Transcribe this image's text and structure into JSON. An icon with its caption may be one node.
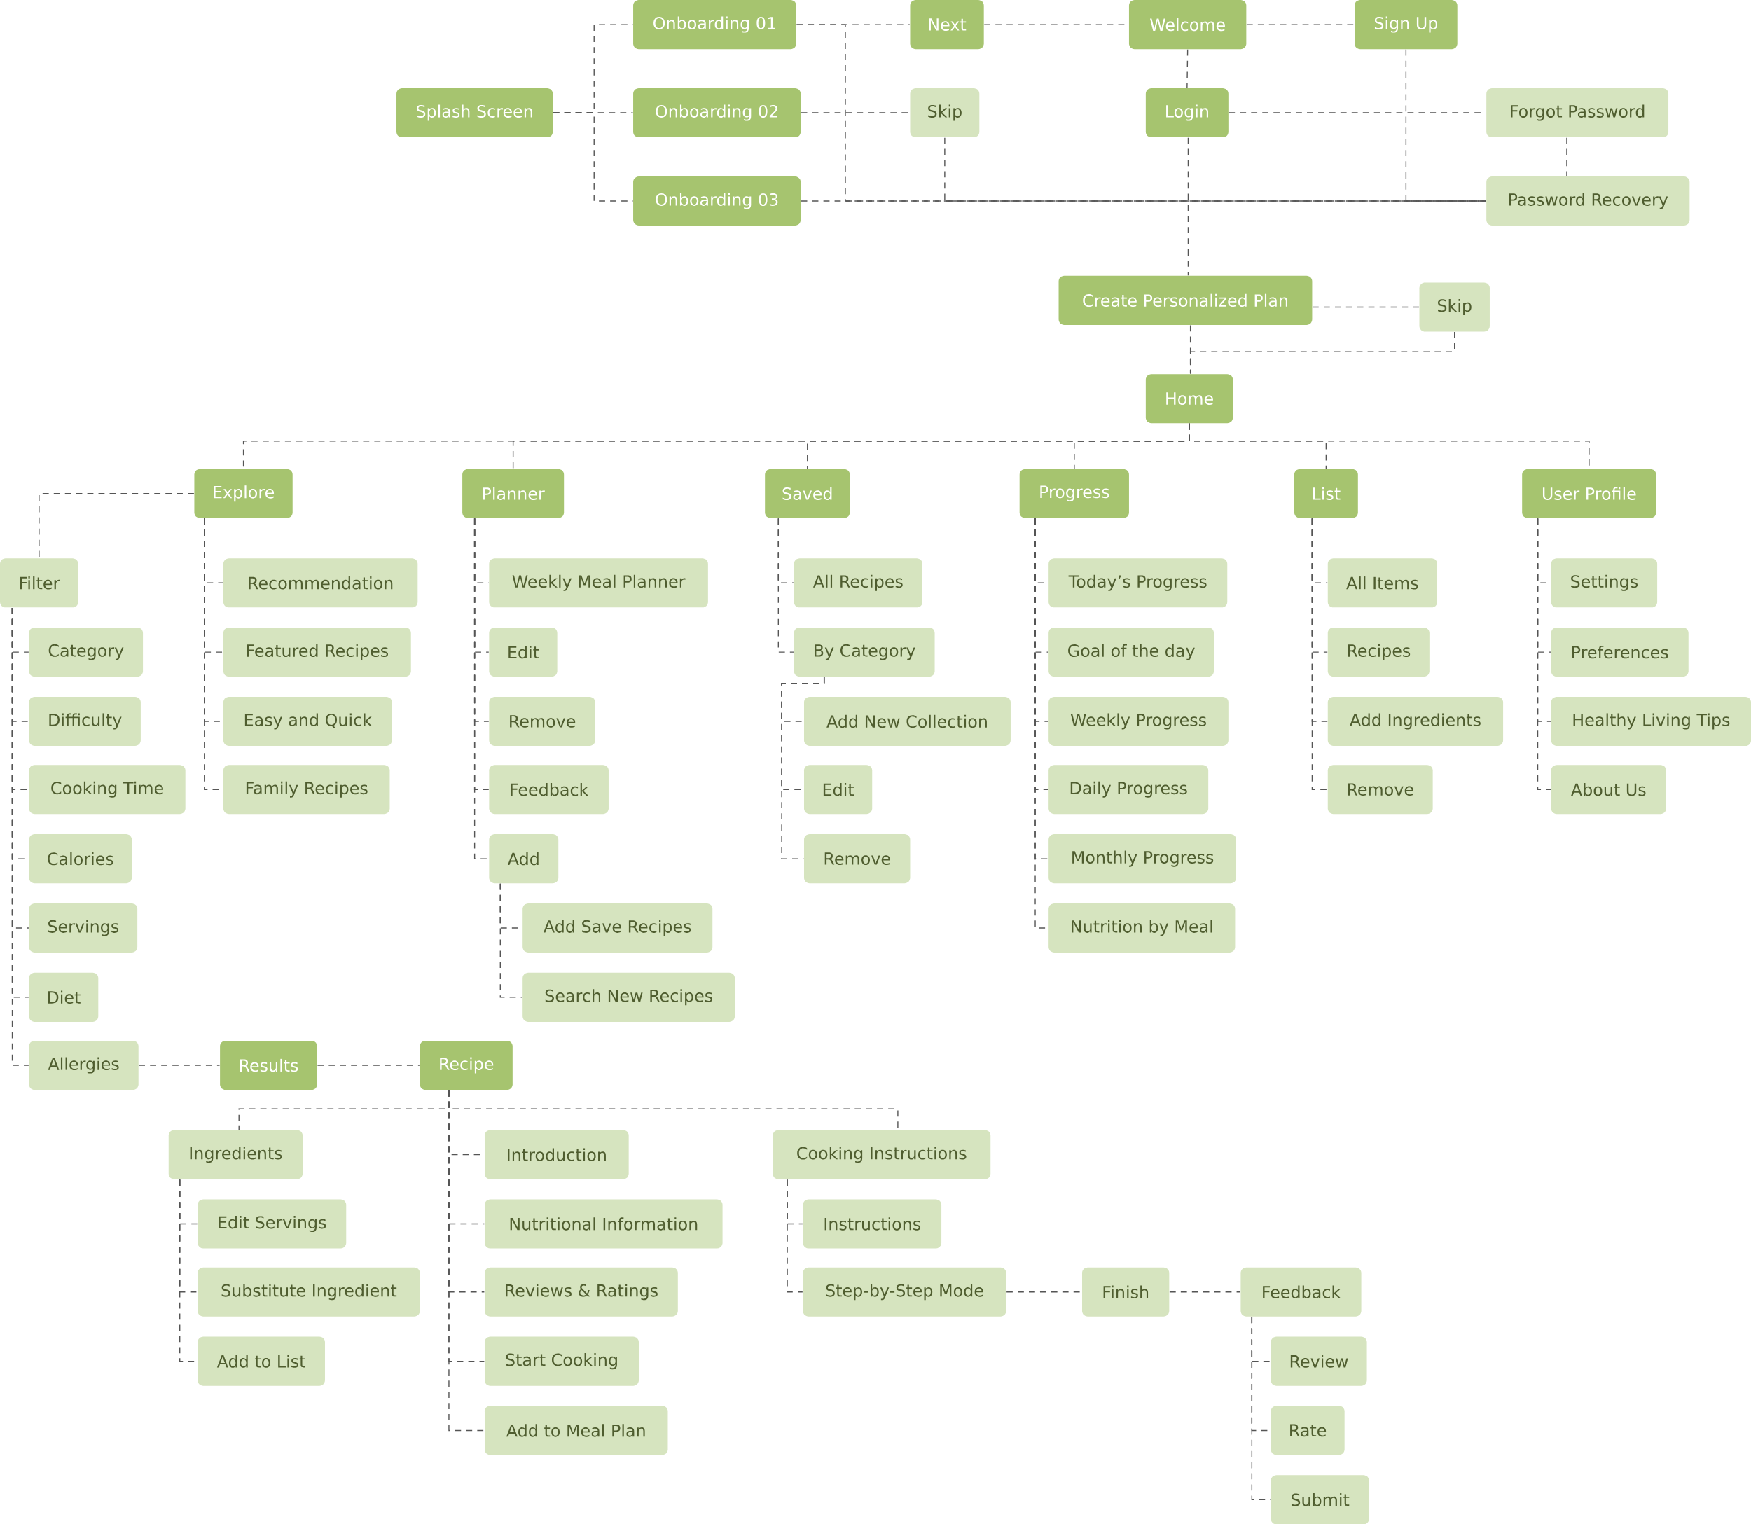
{
  "diagram": {
    "nodes": [
      {
        "text": [
          "Splash Screen"
        ]
      },
      {
        "text": [
          "Onboarding 01"
        ]
      },
      {
        "text": [
          "Onboarding 02"
        ]
      },
      {
        "text": [
          "Onboarding 03"
        ]
      },
      {
        "text": [
          "Next"
        ]
      },
      {
        "text": [
          "Skip"
        ]
      },
      {
        "text": [
          "Welcome"
        ]
      },
      {
        "text": [
          "Sign Up"
        ]
      },
      {
        "text": [
          "Login"
        ]
      },
      {
        "text": [
          "Forgot Password"
        ]
      },
      {
        "text": [
          "Password Recovery"
        ]
      },
      {
        "text": [
          "Create Personalized Plan"
        ]
      },
      {
        "text": [
          "Skip"
        ]
      },
      {
        "text": [
          "Home"
        ]
      },
      {
        "text": [
          "Explore"
        ]
      },
      {
        "text": [
          "Planner"
        ]
      },
      {
        "text": [
          "Saved"
        ]
      },
      {
        "text": [
          "Progress"
        ]
      },
      {
        "text": [
          "List"
        ]
      },
      {
        "text": [
          "User Profile"
        ]
      },
      {
        "text": [
          "Filter"
        ]
      },
      {
        "text": [
          "Category"
        ]
      },
      {
        "text": [
          "Difficulty"
        ]
      },
      {
        "text": [
          "Cooking Time"
        ]
      },
      {
        "text": [
          "Calories"
        ]
      },
      {
        "text": [
          "Servings"
        ]
      },
      {
        "text": [
          "Diet"
        ]
      },
      {
        "text": [
          "Allergies"
        ]
      },
      {
        "text": [
          "Recommendation"
        ]
      },
      {
        "text": [
          "Featured Recipes"
        ]
      },
      {
        "text": [
          "Easy and Quick"
        ]
      },
      {
        "text": [
          "Family Recipes"
        ]
      },
      {
        "text": [
          "Weekly Meal Planner"
        ]
      },
      {
        "text": [
          "Edit"
        ]
      },
      {
        "text": [
          "Remove"
        ]
      },
      {
        "text": [
          "Feedback"
        ]
      },
      {
        "text": [
          "Add"
        ]
      },
      {
        "text": [
          "Add Save Recipes"
        ]
      },
      {
        "text": [
          "Search New Recipes"
        ]
      },
      {
        "text": [
          "All Recipes"
        ]
      },
      {
        "text": [
          "By Category"
        ]
      },
      {
        "text": [
          "Add New Collection"
        ]
      },
      {
        "text": [
          "Edit"
        ]
      },
      {
        "text": [
          "Remove"
        ]
      },
      {
        "text": [
          "Today’s Progress"
        ]
      },
      {
        "text": [
          "Goal of the day"
        ]
      },
      {
        "text": [
          "Weekly Progress"
        ]
      },
      {
        "text": [
          "Daily Progress"
        ]
      },
      {
        "text": [
          "Monthly Progress"
        ]
      },
      {
        "text": [
          "Nutrition by Meal"
        ]
      },
      {
        "text": [
          "All Items"
        ]
      },
      {
        "text": [
          "Recipes"
        ]
      },
      {
        "text": [
          "Add Ingredients"
        ]
      },
      {
        "text": [
          "Remove"
        ]
      },
      {
        "text": [
          "Settings"
        ]
      },
      {
        "text": [
          "Preferences"
        ]
      },
      {
        "text": [
          "Healthy Living Tips"
        ]
      },
      {
        "text": [
          "About Us"
        ]
      },
      {
        "text": [
          "Results"
        ]
      },
      {
        "text": [
          "Recipe"
        ]
      },
      {
        "text": [
          "Ingredients"
        ]
      },
      {
        "text": [
          "Edit Servings"
        ]
      },
      {
        "text": [
          "Substitute Ingredient"
        ]
      },
      {
        "text": [
          "Add to List"
        ]
      },
      {
        "text": [
          "Introduction"
        ]
      },
      {
        "text": [
          "Nutritional Information"
        ]
      },
      {
        "text": [
          "Reviews & Ratings"
        ]
      },
      {
        "text": [
          "Start Cooking"
        ]
      },
      {
        "text": [
          "Add to Meal Plan"
        ]
      },
      {
        "text": [
          "Cooking Instructions"
        ]
      },
      {
        "text": [
          "Instructions"
        ]
      },
      {
        "text": [
          "Step-by-Step Mode"
        ]
      },
      {
        "text": [
          "Finish"
        ]
      },
      {
        "text": [
          "Feedback"
        ]
      },
      {
        "text": [
          "Review"
        ]
      },
      {
        "text": [
          "Rate"
        ]
      },
      {
        "text": [
          "Submit"
        ]
      }
    ],
    "edges": [
      {
        "from": 0,
        "to": 1,
        "arrow": "none"
      },
      {
        "from": 0,
        "to": 2,
        "arrow": "none"
      },
      {
        "from": 0,
        "to": 3,
        "arrow": "none"
      },
      {
        "from": 1,
        "to": 4,
        "arrow": "none"
      },
      {
        "from": 1,
        "to": 10,
        "arrow": "none"
      },
      {
        "from": 2,
        "to": 5,
        "arrow": "none"
      },
      {
        "from": 3,
        "to": 10,
        "arrow": "none"
      },
      {
        "from": 5,
        "to": 10,
        "arrow": "none"
      },
      {
        "from": 4,
        "to": 6,
        "arrow": "none"
      },
      {
        "from": 6,
        "to": 7,
        "arrow": "none"
      },
      {
        "from": 6,
        "to": 8,
        "arrow": "none"
      },
      {
        "from": 7,
        "to": 10,
        "arrow": "none"
      },
      {
        "from": 8,
        "to": 9,
        "arrow": "none"
      },
      {
        "from": 9,
        "to": 10,
        "arrow": "none"
      },
      {
        "from": 8,
        "to": 11,
        "arrow": "none"
      },
      {
        "from": 11,
        "to": 12,
        "arrow": "none"
      },
      {
        "from": 11,
        "to": 13,
        "arrow": "none"
      },
      {
        "from": 12,
        "to": 13,
        "arrow": "none"
      },
      {
        "from": 13,
        "to": 14,
        "arrow": "none"
      },
      {
        "from": 13,
        "to": 15,
        "arrow": "none"
      },
      {
        "from": 13,
        "to": 16,
        "arrow": "none"
      },
      {
        "from": 13,
        "to": 17,
        "arrow": "none"
      },
      {
        "from": 13,
        "to": 18,
        "arrow": "none"
      },
      {
        "from": 13,
        "to": 19,
        "arrow": "none"
      },
      {
        "from": 14,
        "to": 20,
        "arrow": "none"
      },
      {
        "from": 14,
        "to": 28,
        "arrow": "none"
      },
      {
        "from": 14,
        "to": 29,
        "arrow": "none"
      },
      {
        "from": 14,
        "to": 30,
        "arrow": "none"
      },
      {
        "from": 14,
        "to": 31,
        "arrow": "none"
      },
      {
        "from": 20,
        "to": 21,
        "arrow": "none"
      },
      {
        "from": 20,
        "to": 22,
        "arrow": "none"
      },
      {
        "from": 20,
        "to": 23,
        "arrow": "none"
      },
      {
        "from": 20,
        "to": 24,
        "arrow": "none"
      },
      {
        "from": 20,
        "to": 25,
        "arrow": "none"
      },
      {
        "from": 20,
        "to": 26,
        "arrow": "none"
      },
      {
        "from": 20,
        "to": 27,
        "arrow": "none"
      },
      {
        "from": 15,
        "to": 32,
        "arrow": "none"
      },
      {
        "from": 15,
        "to": 33,
        "arrow": "none"
      },
      {
        "from": 15,
        "to": 34,
        "arrow": "none"
      },
      {
        "from": 15,
        "to": 35,
        "arrow": "none"
      },
      {
        "from": 15,
        "to": 36,
        "arrow": "none"
      },
      {
        "from": 36,
        "to": 37,
        "arrow": "none"
      },
      {
        "from": 36,
        "to": 38,
        "arrow": "none"
      },
      {
        "from": 16,
        "to": 39,
        "arrow": "none"
      },
      {
        "from": 16,
        "to": 40,
        "arrow": "none"
      },
      {
        "from": 40,
        "to": 41,
        "arrow": "none"
      },
      {
        "from": 40,
        "to": 42,
        "arrow": "none"
      },
      {
        "from": 40,
        "to": 43,
        "arrow": "none"
      },
      {
        "from": 17,
        "to": 44,
        "arrow": "none"
      },
      {
        "from": 17,
        "to": 45,
        "arrow": "none"
      },
      {
        "from": 17,
        "to": 46,
        "arrow": "none"
      },
      {
        "from": 17,
        "to": 47,
        "arrow": "none"
      },
      {
        "from": 17,
        "to": 48,
        "arrow": "none"
      },
      {
        "from": 17,
        "to": 49,
        "arrow": "none"
      },
      {
        "from": 18,
        "to": 50,
        "arrow": "none"
      },
      {
        "from": 18,
        "to": 51,
        "arrow": "none"
      },
      {
        "from": 18,
        "to": 52,
        "arrow": "none"
      },
      {
        "from": 18,
        "to": 53,
        "arrow": "none"
      },
      {
        "from": 19,
        "to": 54,
        "arrow": "none"
      },
      {
        "from": 19,
        "to": 55,
        "arrow": "none"
      },
      {
        "from": 19,
        "to": 56,
        "arrow": "none"
      },
      {
        "from": 19,
        "to": 57,
        "arrow": "none"
      },
      {
        "from": 27,
        "to": 58,
        "arrow": "none"
      },
      {
        "from": 58,
        "to": 59,
        "arrow": "none"
      },
      {
        "from": 59,
        "to": 60,
        "arrow": "none"
      },
      {
        "from": 59,
        "to": 64,
        "arrow": "none"
      },
      {
        "from": 59,
        "to": 65,
        "arrow": "none"
      },
      {
        "from": 59,
        "to": 66,
        "arrow": "none"
      },
      {
        "from": 59,
        "to": 67,
        "arrow": "none"
      },
      {
        "from": 59,
        "to": 68,
        "arrow": "none"
      },
      {
        "from": 59,
        "to": 69,
        "arrow": "none"
      },
      {
        "from": 60,
        "to": 61,
        "arrow": "none"
      },
      {
        "from": 60,
        "to": 62,
        "arrow": "none"
      },
      {
        "from": 60,
        "to": 63,
        "arrow": "none"
      },
      {
        "from": 69,
        "to": 70,
        "arrow": "none"
      },
      {
        "from": 69,
        "to": 71,
        "arrow": "none"
      },
      {
        "from": 71,
        "to": 72,
        "arrow": "none"
      },
      {
        "from": 72,
        "to": 73,
        "arrow": "none"
      },
      {
        "from": 73,
        "to": 74,
        "arrow": "none"
      },
      {
        "from": 73,
        "to": 75,
        "arrow": "none"
      },
      {
        "from": 73,
        "to": 76,
        "arrow": "none"
      }
    ]
  }
}
